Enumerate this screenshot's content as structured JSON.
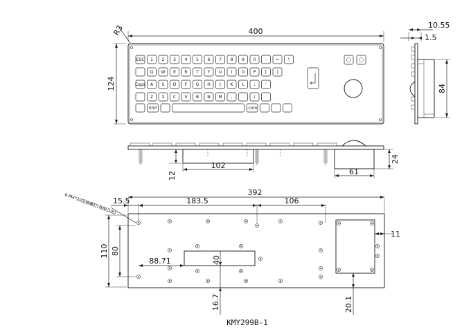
{
  "top_view": {
    "width_dim": "400",
    "height_dim": "124",
    "corner_radius": "R3",
    "rows": [
      [
        "ESC",
        "1",
        "2",
        "3",
        "4",
        "5",
        "6",
        "7",
        "8",
        "9",
        "0",
        "-",
        "=",
        "\\"
      ],
      [
        "",
        "Q",
        "W",
        "E",
        "R",
        "T",
        "Y",
        "U",
        "I",
        "O",
        "P",
        "[",
        "]"
      ],
      [
        "Caps Lock",
        "A",
        "S",
        "D",
        "F",
        "G",
        "H",
        "J",
        "K",
        "L",
        ";",
        "'"
      ],
      [
        "",
        "Z",
        "X",
        "C",
        "V",
        "B",
        "N",
        "M",
        ",",
        ".",
        "/",
        ""
      ],
      [
        "",
        "Shift Alt",
        "",
        "",
        ".com",
        "",
        "",
        ""
      ]
    ]
  },
  "side_view": {
    "total_dim": "10.55",
    "plate_dim": "1.5",
    "height_dim": "84"
  },
  "front_view": {
    "depth_dim": "12",
    "box_dim": "102",
    "tb_width_dim": "61",
    "tb_height_dim": "24"
  },
  "bottom_view": {
    "width_dim": "392",
    "offset_dim": "15.5",
    "span1_dim": "183.5",
    "span2_dim": "106",
    "height_dim": "110",
    "inner_height_dim": "80",
    "box_offset_dim": "88.71",
    "box_height_dim": "40",
    "bottom_offset_dim": "16.7",
    "tb_bottom_dim": "20.1",
    "right_margin_dim": "11",
    "screw_note": "6-M4*20压铆螺钉(背部凸出)"
  },
  "model": "KMY299B-1"
}
